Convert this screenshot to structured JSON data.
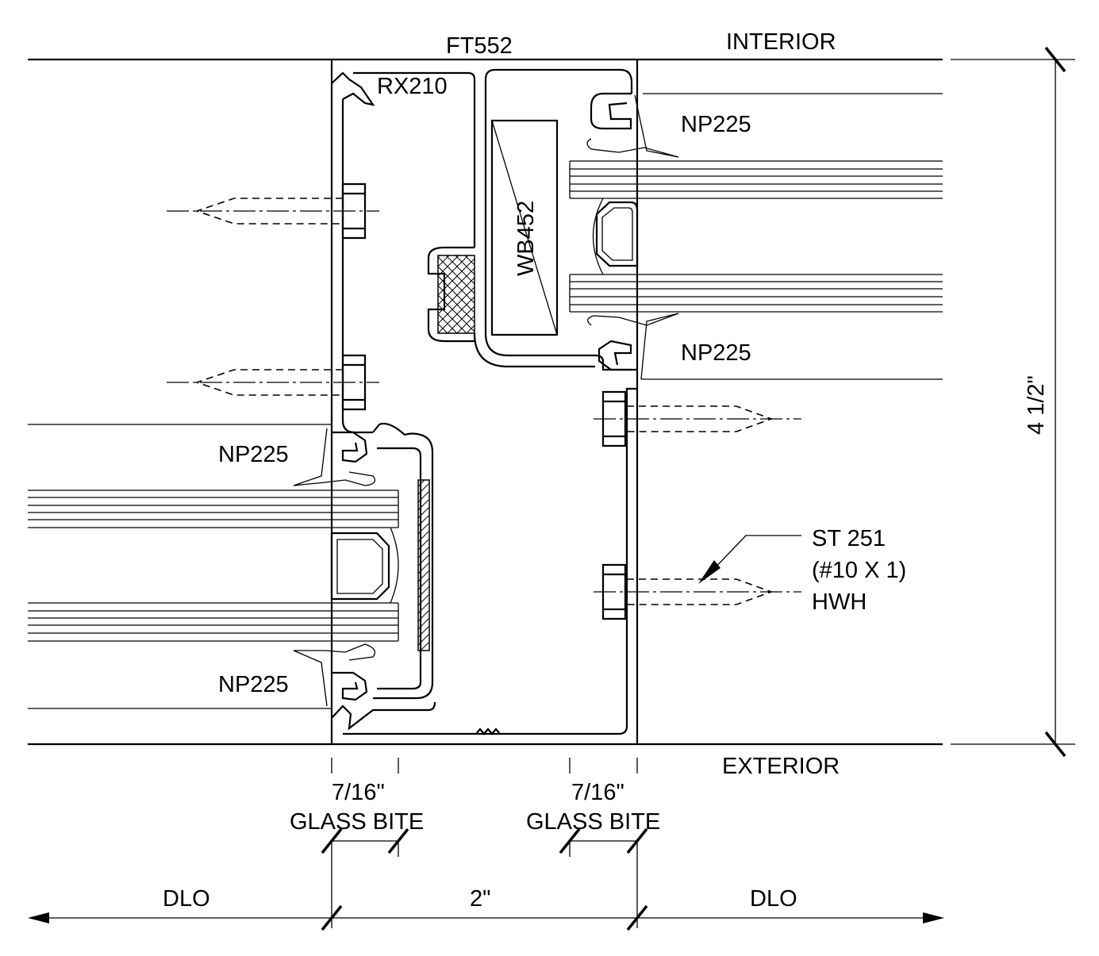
{
  "labels": {
    "ft552": "FT552",
    "interior": "INTERIOR",
    "exterior": "EXTERIOR",
    "rx210": "RX210",
    "wb452": "WB452",
    "np225": "NP225",
    "st251_line1": "ST 251",
    "st251_line2": "(#10 X 1)",
    "st251_line3": "HWH",
    "depth_dim": "4 1/2\"",
    "glass_bite_value": "7/16\"",
    "glass_bite_label": "GLASS BITE",
    "dlo": "DLO",
    "face_dim": "2\""
  }
}
